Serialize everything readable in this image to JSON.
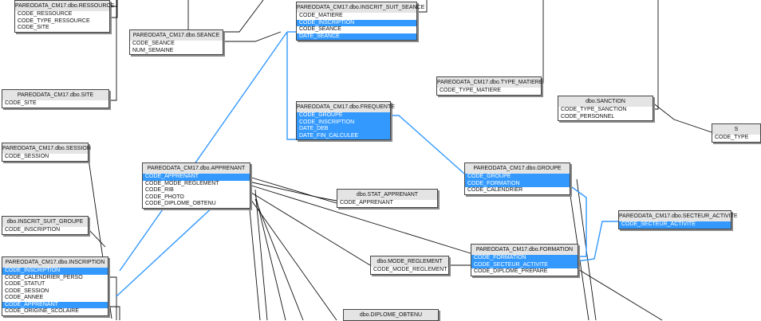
{
  "tables": [
    {
      "id": "ressource",
      "name": "PAREODATA_CM17.dbo.RESSOURCE",
      "columns": [
        "CODE_RESSOURCE",
        "CODE_TYPE_RESSOURCE",
        "CODE_SITE"
      ],
      "selected": []
    },
    {
      "id": "seance",
      "name": "PAREODATA_CM17.dbo.SEANCE",
      "columns": [
        "CODE_SEANCE",
        "NUM_SEMAINE"
      ],
      "selected": []
    },
    {
      "id": "inscrit_suit_seance",
      "name": "PAREODATA_CM17.dbo.INSCRIT_SUIT_SEANCE",
      "columns": [
        "CODE_MATIERE",
        "CODE_INSCRIPTION",
        "CODE_SEANCE",
        "DATE_SEANCE"
      ],
      "selected": [
        1,
        3
      ]
    },
    {
      "id": "type_matiere",
      "name": "PAREODATA_CM17.dbo.TYPE_MATIERE",
      "columns": [
        "CODE_TYPE_MATIERE"
      ],
      "selected": []
    },
    {
      "id": "sanction",
      "name": "dbo.SANCTION",
      "columns": [
        "CODE_TYPE_SANCTION",
        "CODE_PERSONNEL"
      ],
      "selected": []
    },
    {
      "id": "type_partial",
      "name": "S",
      "columns": [
        "CODE_TYPE"
      ],
      "selected": []
    },
    {
      "id": "site",
      "name": "PAREODATA_CM17.dbo.SITE",
      "columns": [
        "CODE_SITE"
      ],
      "selected": []
    },
    {
      "id": "frequente",
      "name": "PAREODATA_CM17.dbo.FREQUENTE",
      "columns": [
        "CODE_GROUPE",
        "CODE_INSCRIPTION",
        "DATE_DEB",
        "DATE_FIN_CALCULEE"
      ],
      "selected": [
        0,
        1,
        2,
        3
      ]
    },
    {
      "id": "session",
      "name": "PAREODATA_CM17.dbo.SESSION",
      "columns": [
        "CODE_SESSION"
      ],
      "selected": []
    },
    {
      "id": "apprenant",
      "name": "PAREODATA_CM17.dbo.APPRENANT",
      "columns": [
        "CODE_APPRENANT",
        "CODE_MODE_REGLEMENT",
        "CODE_RIB",
        "CODE_PHOTO",
        "CODE_DIPLOME_OBTENU"
      ],
      "selected": [
        0
      ]
    },
    {
      "id": "groupe",
      "name": "PAREODATA_CM17.dbo.GROUPE",
      "columns": [
        "CODE_GROUPE",
        "CODE_FORMATION",
        "CODE_CALENDRIER"
      ],
      "selected": [
        0,
        1
      ]
    },
    {
      "id": "stat_apprenant",
      "name": "dbo.STAT_APPRENANT",
      "columns": [
        "CODE_APPRENANT"
      ],
      "selected": []
    },
    {
      "id": "secteur_activite",
      "name": "PAREODATA_CM17.dbo.SECTEUR_ACTIVITE",
      "columns": [
        "CODE_SECTEUR_ACTIVITE"
      ],
      "selected": [
        0
      ]
    },
    {
      "id": "inscrit_suit_groupe",
      "name": "dbo.INSCRIT_SUIT_GROUPE",
      "columns": [
        "CODE_INSCRIPTION"
      ],
      "selected": []
    },
    {
      "id": "formation",
      "name": "PAREODATA_CM17.dbo.FORMATION",
      "columns": [
        "CODE_FORMATION",
        "CODE_SECTEUR_ACTIVITE",
        "CODE_DIPLOME_PREPARE"
      ],
      "selected": [
        0,
        1
      ]
    },
    {
      "id": "mode_reglement",
      "name": "dbo.MODE_REGLEMENT",
      "columns": [
        "CODE_MODE_REGLEMENT"
      ],
      "selected": []
    },
    {
      "id": "inscription",
      "name": "PAREODATA_CM17.dbo.INSCRIPTION",
      "columns": [
        "CODE_INSCRIPTION",
        "CODE_CALENDRIER_PERSO",
        "CODE_STATUT",
        "CODE_SESSION",
        "CODE_ANNEE",
        "CODE_APPRENANT",
        "CODE_ORIGINE_SCOLAIRE"
      ],
      "selected": [
        0,
        5
      ]
    },
    {
      "id": "diplome_obtenu",
      "name": "dbo.DIPLOME_OBTENU",
      "columns": [],
      "selected": []
    }
  ],
  "colors": {
    "selected": "#3399ff",
    "highlight_line": "#3399ff",
    "line": "#111111",
    "header": "#e4e4e4"
  }
}
